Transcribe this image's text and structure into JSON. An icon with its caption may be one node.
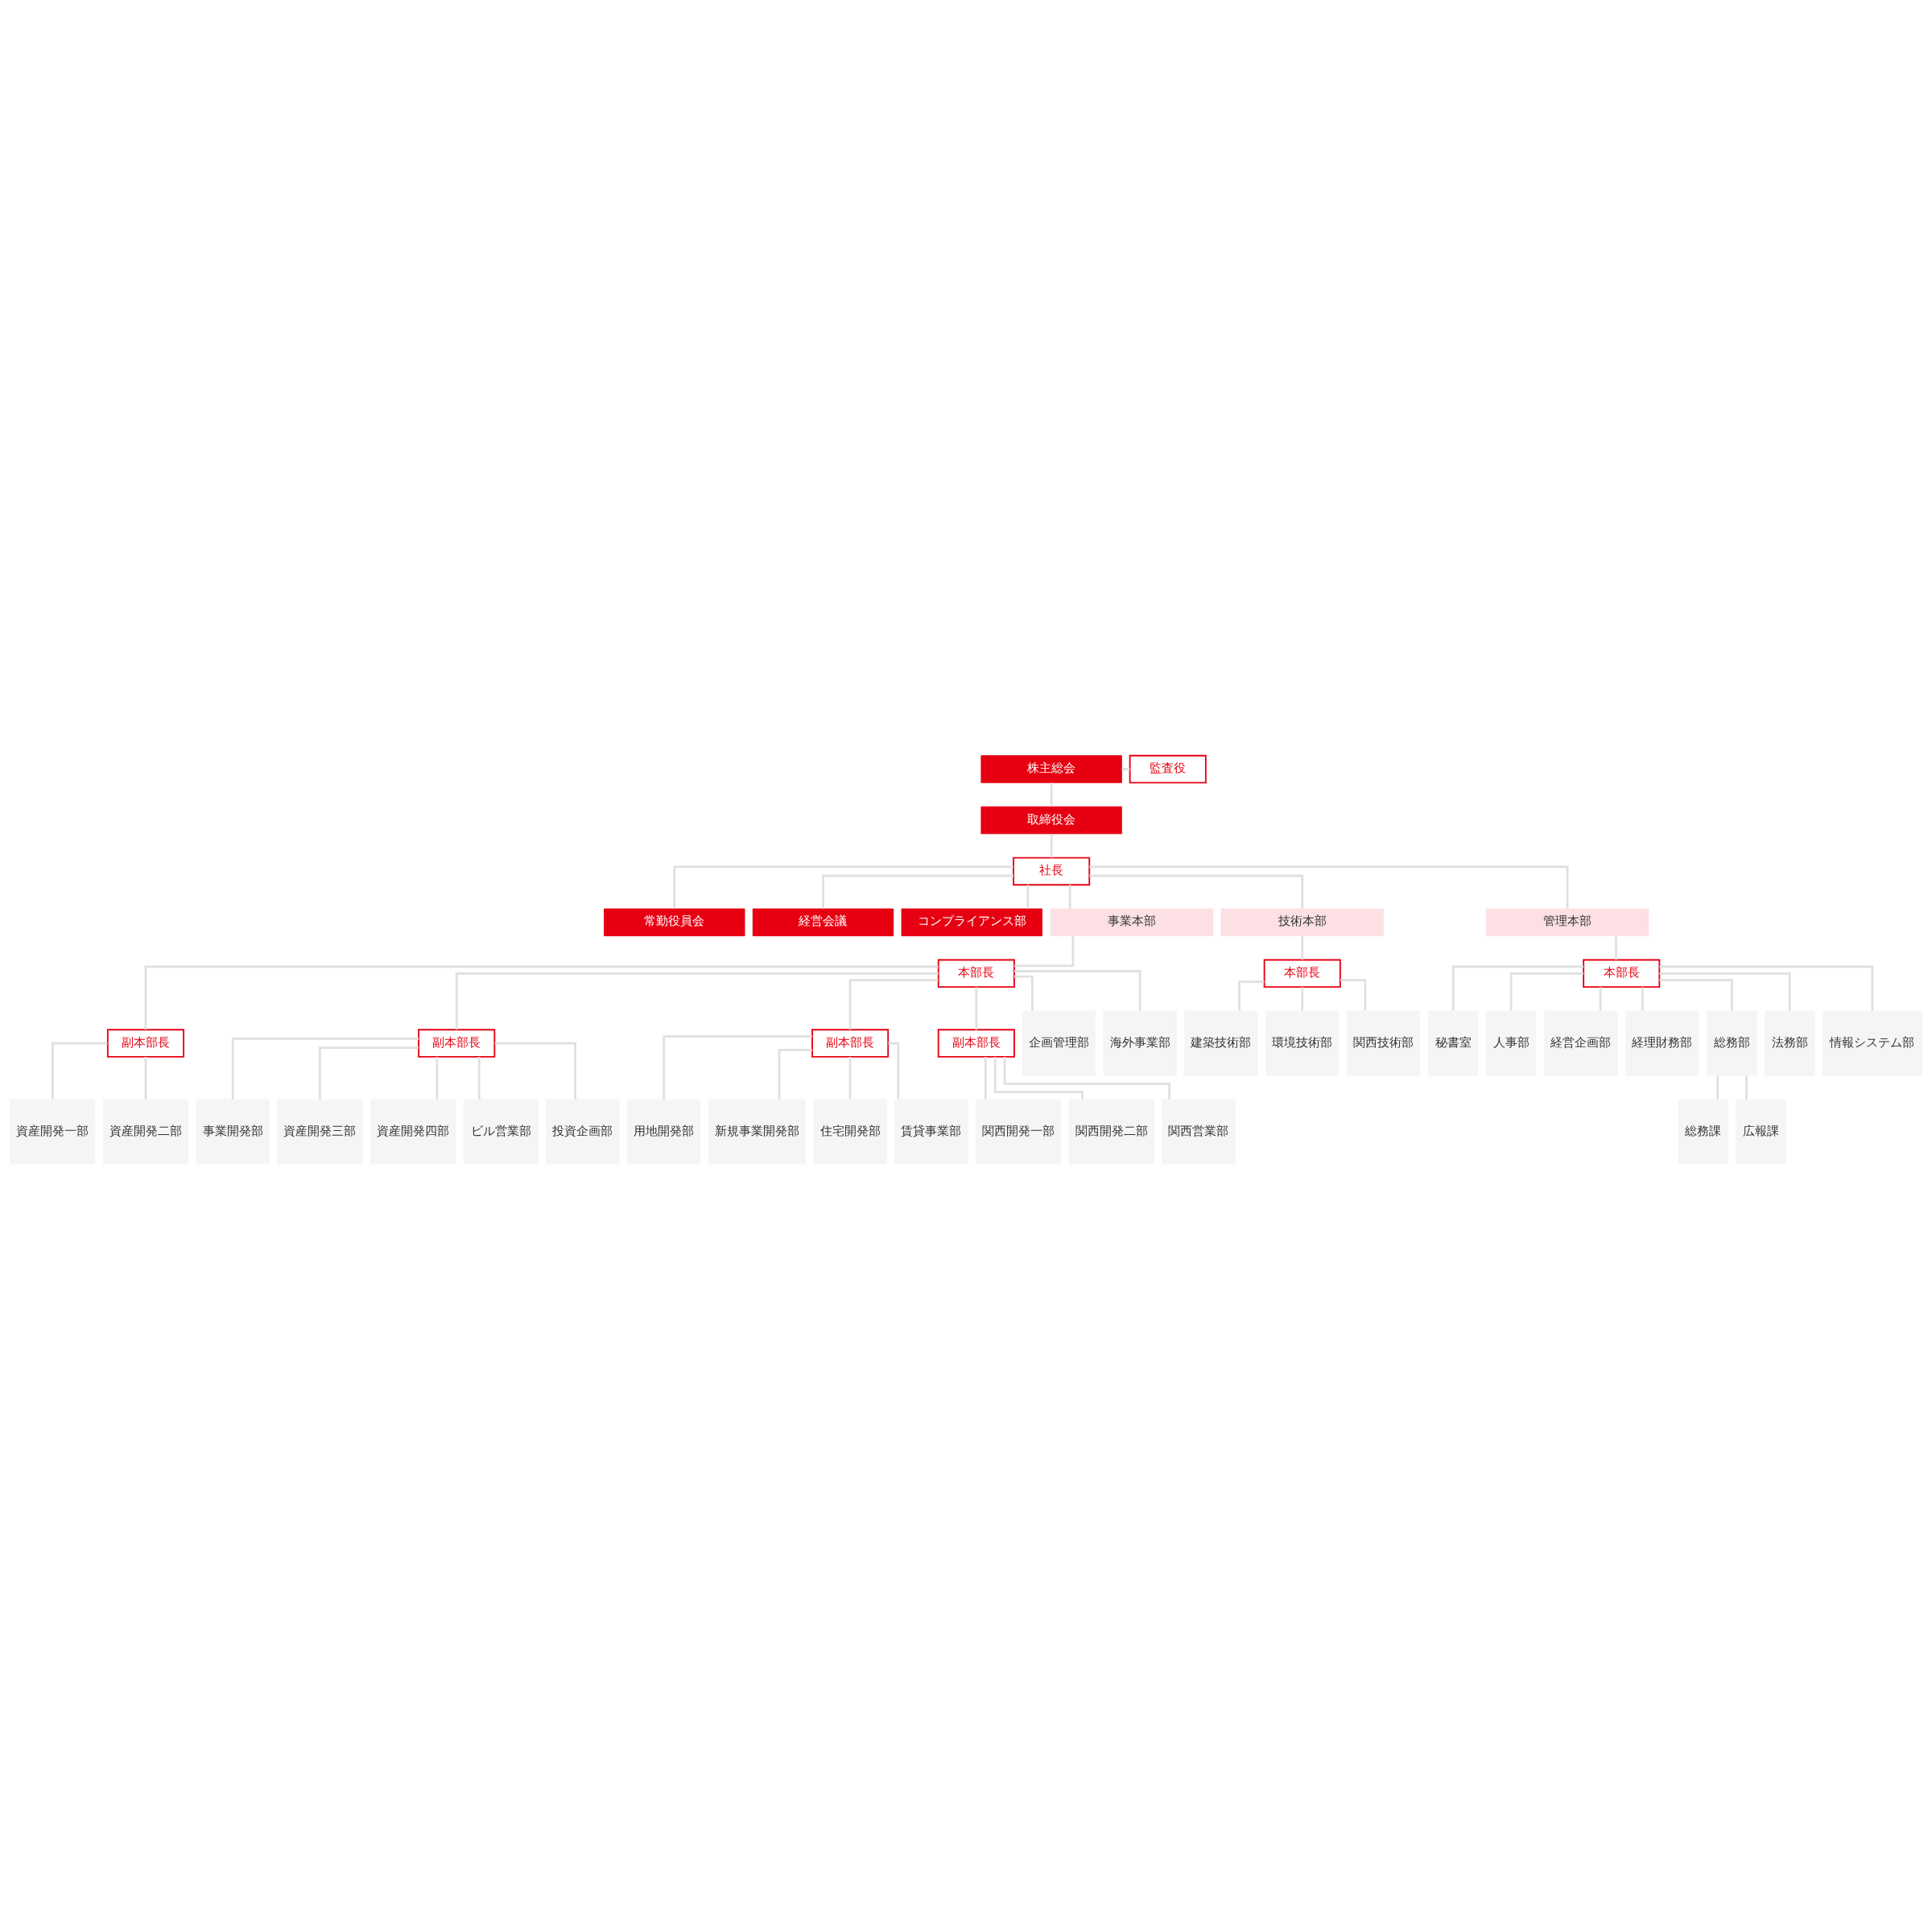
{
  "diagram": {
    "nodes": [
      {
        "text": [
          "株主総会"
        ]
      },
      {
        "text": [
          "監査役"
        ]
      },
      {
        "text": [
          "取締役会"
        ]
      },
      {
        "text": [
          "社長"
        ]
      },
      {
        "text": [
          "常勤役員会"
        ]
      },
      {
        "text": [
          "経営会議"
        ]
      },
      {
        "text": [
          "コンプライアンス部"
        ]
      },
      {
        "text": [
          "事業本部"
        ]
      },
      {
        "text": [
          "技術本部"
        ]
      },
      {
        "text": [
          "管理本部"
        ]
      },
      {
        "text": [
          "本部長"
        ]
      },
      {
        "text": [
          "本部長"
        ]
      },
      {
        "text": [
          "本部長"
        ]
      },
      {
        "text": [
          "副本部長"
        ]
      },
      {
        "text": [
          "副本部長"
        ]
      },
      {
        "text": [
          "副本部長"
        ]
      },
      {
        "text": [
          "副本部長"
        ]
      },
      {
        "text": [
          "企画管理部"
        ]
      },
      {
        "text": [
          "資産開発一部"
        ]
      },
      {
        "text": [
          "資産開発二部"
        ]
      },
      {
        "text": [
          "事業開発部"
        ]
      },
      {
        "text": [
          "資産開発三部"
        ]
      },
      {
        "text": [
          "資産開発四部"
        ]
      },
      {
        "text": [
          "ビル営業部"
        ]
      },
      {
        "text": [
          "投資企画部"
        ]
      },
      {
        "text": [
          "海外事業部"
        ]
      },
      {
        "text": [
          "用地開発部"
        ]
      },
      {
        "text": [
          "新規事業開発部"
        ]
      },
      {
        "text": [
          "住宅開発部"
        ]
      },
      {
        "text": [
          "賃貸事業部"
        ]
      },
      {
        "text": [
          "関西開発一部"
        ]
      },
      {
        "text": [
          "関西開発二部"
        ]
      },
      {
        "text": [
          "関西営業部"
        ]
      },
      {
        "text": [
          "建築技術部"
        ]
      },
      {
        "text": [
          "環境技術部"
        ]
      },
      {
        "text": [
          "関西技術部"
        ]
      },
      {
        "text": [
          "秘書室"
        ]
      },
      {
        "text": [
          "人事部"
        ]
      },
      {
        "text": [
          "経営企画部"
        ]
      },
      {
        "text": [
          "経理財務部"
        ]
      },
      {
        "text": [
          "総務部"
        ]
      },
      {
        "text": [
          "法務部"
        ]
      },
      {
        "text": [
          "情報システム部"
        ]
      },
      {
        "text": [
          "総務課"
        ]
      },
      {
        "text": [
          "広報課"
        ]
      }
    ],
    "edges": [
      {
        "from": 0,
        "to": 1,
        "arrow": "none"
      },
      {
        "from": 0,
        "to": 2,
        "arrow": "none"
      },
      {
        "from": 2,
        "to": 3,
        "arrow": "none"
      },
      {
        "from": 3,
        "to": 4,
        "arrow": "none"
      },
      {
        "from": 3,
        "to": 5,
        "arrow": "none"
      },
      {
        "from": 3,
        "to": 6,
        "arrow": "none"
      },
      {
        "from": 3,
        "to": 7,
        "arrow": "none"
      },
      {
        "from": 3,
        "to": 8,
        "arrow": "none"
      },
      {
        "from": 3,
        "to": 9,
        "arrow": "none"
      },
      {
        "from": 7,
        "to": 10,
        "arrow": "none"
      },
      {
        "from": 8,
        "to": 11,
        "arrow": "none"
      },
      {
        "from": 9,
        "to": 12,
        "arrow": "none"
      },
      {
        "from": 10,
        "to": 17,
        "arrow": "none"
      },
      {
        "from": 10,
        "to": 13,
        "arrow": "none"
      },
      {
        "from": 10,
        "to": 14,
        "arrow": "none"
      },
      {
        "from": 10,
        "to": 25,
        "arrow": "none"
      },
      {
        "from": 10,
        "to": 15,
        "arrow": "none"
      },
      {
        "from": 10,
        "to": 16,
        "arrow": "none"
      },
      {
        "from": 13,
        "to": 18,
        "arrow": "none"
      },
      {
        "from": 13,
        "to": 19,
        "arrow": "none"
      },
      {
        "from": 14,
        "to": 20,
        "arrow": "none"
      },
      {
        "from": 14,
        "to": 21,
        "arrow": "none"
      },
      {
        "from": 14,
        "to": 22,
        "arrow": "none"
      },
      {
        "from": 14,
        "to": 23,
        "arrow": "none"
      },
      {
        "from": 14,
        "to": 24,
        "arrow": "none"
      },
      {
        "from": 15,
        "to": 26,
        "arrow": "none"
      },
      {
        "from": 15,
        "to": 27,
        "arrow": "none"
      },
      {
        "from": 15,
        "to": 28,
        "arrow": "none"
      },
      {
        "from": 15,
        "to": 29,
        "arrow": "none"
      },
      {
        "from": 16,
        "to": 30,
        "arrow": "none"
      },
      {
        "from": 16,
        "to": 31,
        "arrow": "none"
      },
      {
        "from": 16,
        "to": 32,
        "arrow": "none"
      },
      {
        "from": 11,
        "to": 33,
        "arrow": "none"
      },
      {
        "from": 11,
        "to": 34,
        "arrow": "none"
      },
      {
        "from": 11,
        "to": 35,
        "arrow": "none"
      },
      {
        "from": 12,
        "to": 36,
        "arrow": "none"
      },
      {
        "from": 12,
        "to": 37,
        "arrow": "none"
      },
      {
        "from": 12,
        "to": 38,
        "arrow": "none"
      },
      {
        "from": 12,
        "to": 39,
        "arrow": "none"
      },
      {
        "from": 12,
        "to": 40,
        "arrow": "none"
      },
      {
        "from": 12,
        "to": 41,
        "arrow": "none"
      },
      {
        "from": 12,
        "to": 42,
        "arrow": "none"
      },
      {
        "from": 40,
        "to": 43,
        "arrow": "none"
      },
      {
        "from": 40,
        "to": 44,
        "arrow": "none"
      }
    ]
  }
}
